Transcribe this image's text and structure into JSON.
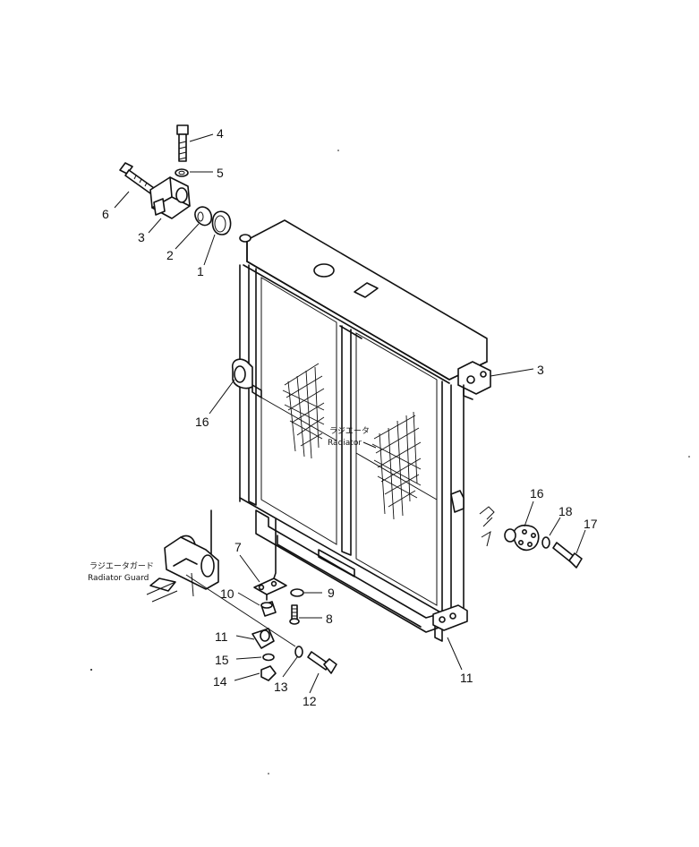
{
  "labels": {
    "radiator_jp": "ラジエータ",
    "radiator_en": "Radiator",
    "guard_jp": "ラジエータガード",
    "guard_en": "Radiator  Guard"
  },
  "callouts": {
    "c4": "4",
    "c5": "5",
    "c6": "6",
    "c3a": "3",
    "c2": "2",
    "c1": "1",
    "c3b": "3",
    "c16a": "16",
    "c16b": "16",
    "c18": "18",
    "c17": "17",
    "c7": "7",
    "c9": "9",
    "c10": "10",
    "c8": "8",
    "c11a": "11",
    "c15": "15",
    "c14": "14",
    "c13": "13",
    "c12": "12",
    "c11b": "11"
  }
}
